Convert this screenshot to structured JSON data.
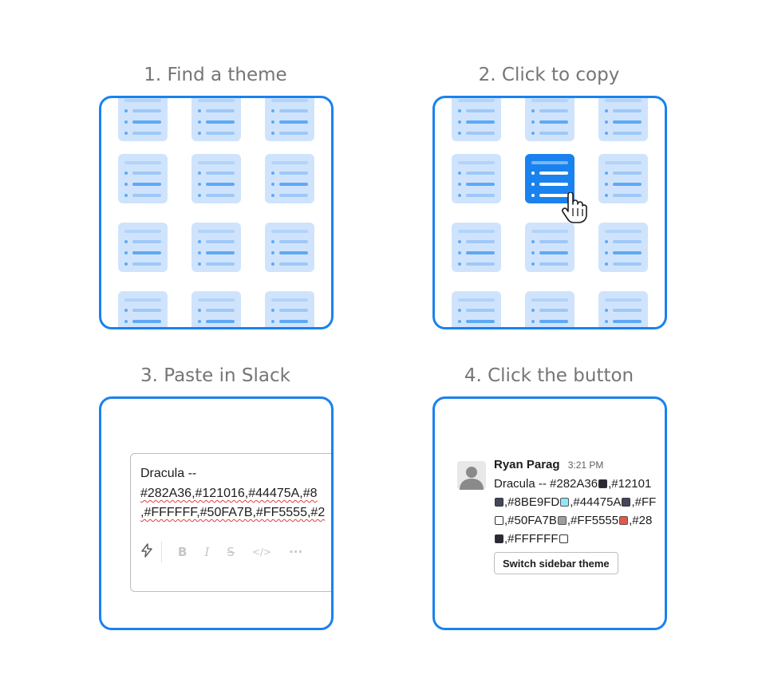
{
  "steps": [
    {
      "title": "1. Find a theme"
    },
    {
      "title": "2. Click to copy"
    },
    {
      "title": "3. Paste in Slack"
    },
    {
      "title": "4. Click the button"
    }
  ],
  "composer": {
    "line1": "Dracula --",
    "line2": "#282A36,#121016,#44475A,#8",
    "line3": ",#FFFFFF,#50FA7B,#FF5555,#2",
    "toolbar": [
      "lightning-icon",
      "bold-icon",
      "italic-icon",
      "strikethrough-icon",
      "code-icon",
      "more-icon"
    ]
  },
  "message": {
    "author": "Ryan Parag",
    "time": "3:21 PM",
    "line1_text": "Dracula -- #282A36",
    "line1_tail": ",#12101",
    "line2_a": ",#8BE9FD",
    "line2_b": ",#44475A",
    "line2_c": ",#FF",
    "line3_a": ",#50FA7B",
    "line3_b": ",#FF5555",
    "line3_c": ",#28",
    "line4_a": ",#FFFFFF",
    "button_label": "Switch sidebar theme"
  },
  "colors": {
    "accent": "#1a82ee",
    "tile": "#cfe4fc",
    "swatches": [
      "#282A36",
      "#121016",
      "#8BE9FD",
      "#44475A",
      "#FFFFFF",
      "#50FA7B",
      "#FF5555"
    ]
  }
}
